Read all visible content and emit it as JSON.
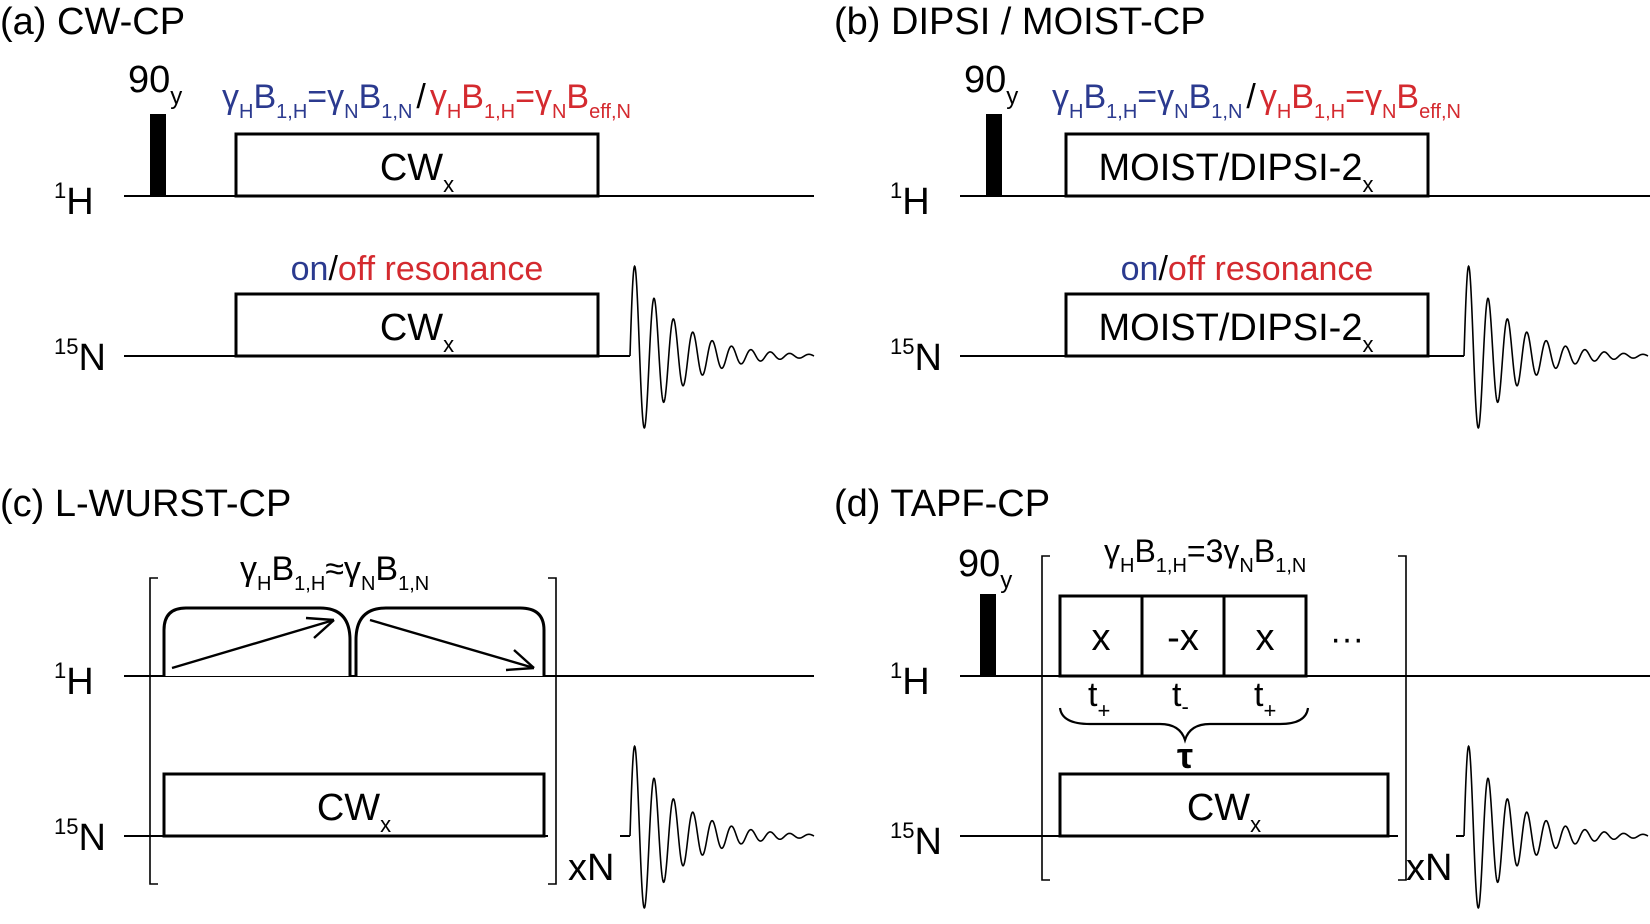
{
  "panels": {
    "a": {
      "title": "(a) CW-CP",
      "pulse": "90",
      "pulse_sub": "y",
      "h_label": "H",
      "h_sup": "1",
      "n_label": "N",
      "n_sup": "15",
      "cond_blue": "γ",
      "cond_blue_sub1": "H",
      "cond_blue_B": "B",
      "cond_blue_sub2": "1,H",
      "cond_blue_eq": "=γ",
      "cond_blue_sub3": "N",
      "cond_blue_B2": "B",
      "cond_blue_sub4": "1,N",
      "cond_sep": "/",
      "cond_red": "γ",
      "cond_red_sub1": "H",
      "cond_red_B": "B",
      "cond_red_sub2": "1,H",
      "cond_red_eq": "=γ",
      "cond_red_sub3": "N",
      "cond_red_B2": "B",
      "cond_red_sub4": "eff,N",
      "h_box": "CW",
      "h_box_sub": "x",
      "n_box": "CW",
      "n_box_sub": "x",
      "res_on": "on",
      "res_sep": "/",
      "res_off": "off resonance"
    },
    "b": {
      "title": "(b) DIPSI / MOIST-CP",
      "pulse": "90",
      "pulse_sub": "y",
      "h_label": "H",
      "h_sup": "1",
      "n_label": "N",
      "n_sup": "15",
      "cond_blue": "γ",
      "cond_blue_sub1": "H",
      "cond_blue_B": "B",
      "cond_blue_sub2": "1,H",
      "cond_blue_eq": "=γ",
      "cond_blue_sub3": "N",
      "cond_blue_B2": "B",
      "cond_blue_sub4": "1,N",
      "cond_sep": "/",
      "cond_red": "γ",
      "cond_red_sub1": "H",
      "cond_red_B": "B",
      "cond_red_sub2": "1,H",
      "cond_red_eq": "=γ",
      "cond_red_sub3": "N",
      "cond_red_B2": "B",
      "cond_red_sub4": "eff,N",
      "h_box": "MOIST/DIPSI-2",
      "h_box_sub": "x",
      "n_box": "MOIST/DIPSI-2",
      "n_box_sub": "x",
      "res_on": "on",
      "res_sep": "/",
      "res_off": "off resonance"
    },
    "c": {
      "title": "(c) L-WURST-CP",
      "h_label": "H",
      "h_sup": "1",
      "n_label": "N",
      "n_sup": "15",
      "cond": "γ",
      "cond_sub1": "H",
      "cond_B": "B",
      "cond_sub2": "1,H",
      "cond_eq": "≈γ",
      "cond_sub3": "N",
      "cond_B2": "B",
      "cond_sub4": "1,N",
      "n_box": "CW",
      "n_box_sub": "x",
      "repeat": "xN"
    },
    "d": {
      "title": "(d) TAPF-CP",
      "pulse": "90",
      "pulse_sub": "y",
      "h_label": "H",
      "h_sup": "1",
      "n_label": "N",
      "n_sup": "15",
      "cond": "γ",
      "cond_sub1": "H",
      "cond_B": "B",
      "cond_sub2": "1,H",
      "cond_eq": "=3γ",
      "cond_sub3": "N",
      "cond_B2": "B",
      "cond_sub4": "1,N",
      "seg1": "x",
      "seg2": "-x",
      "seg3": "x",
      "ellipsis": "···",
      "t1": "t",
      "t1_sub": "+",
      "t2": "t",
      "t2_sub": "-",
      "t3": "t",
      "t3_sub": "+",
      "tau": "τ",
      "n_box": "CW",
      "n_box_sub": "x",
      "repeat": "xN"
    }
  },
  "colors": {
    "blue": "#2b3a8f",
    "red": "#d42a2f"
  }
}
